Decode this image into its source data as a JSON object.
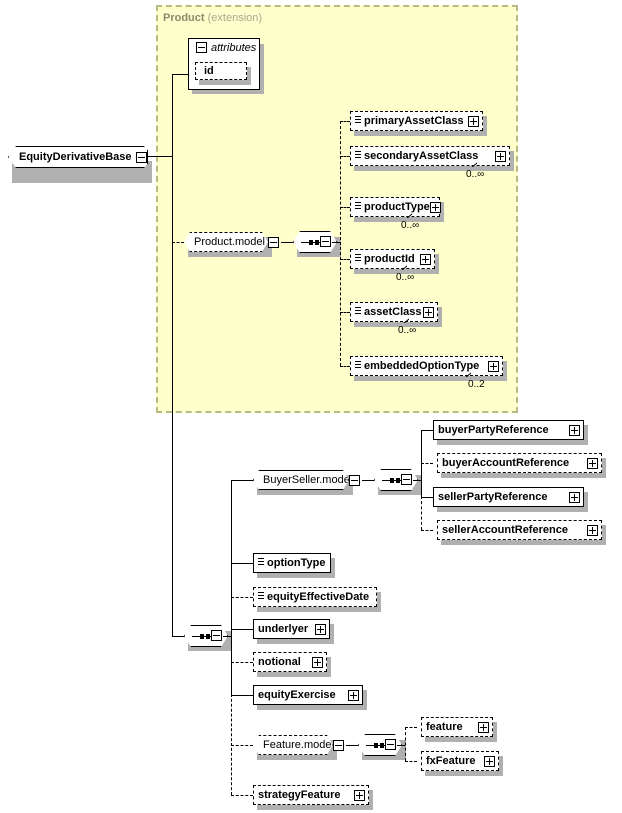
{
  "diagram": {
    "title": "EquityDerivativeBase",
    "type": "xsd-schema-diagram"
  },
  "root": {
    "label": "EquityDerivativeBase",
    "expander": "minus"
  },
  "group": {
    "name": "Product",
    "kind": "(extension)"
  },
  "attributes": {
    "header": "attributes",
    "expander": "minus",
    "items": [
      {
        "label": "id"
      }
    ]
  },
  "product_model": {
    "label": "Product.model",
    "expander": "minus",
    "compositor": "sequence",
    "compositor_expander": "minus",
    "children": [
      {
        "label": "primaryAssetClass",
        "optional": true,
        "expandable": true,
        "glyph": true,
        "cardinality": ""
      },
      {
        "label": "secondaryAssetClass",
        "optional": true,
        "expandable": true,
        "glyph": true,
        "cardinality": "0..∞"
      },
      {
        "label": "productType",
        "optional": true,
        "expandable": true,
        "glyph": true,
        "cardinality": "0..∞"
      },
      {
        "label": "productId",
        "optional": true,
        "expandable": true,
        "glyph": true,
        "cardinality": "0..∞"
      },
      {
        "label": "assetClass",
        "optional": true,
        "expandable": true,
        "glyph": true,
        "cardinality": "0..∞"
      },
      {
        "label": "embeddedOptionType",
        "optional": true,
        "expandable": true,
        "glyph": true,
        "cardinality": "0..2"
      }
    ]
  },
  "buyerseller_model": {
    "label": "BuyerSeller.model",
    "expander": "minus",
    "compositor": "sequence",
    "compositor_expander": "minus",
    "children": [
      {
        "label": "buyerPartyReference",
        "optional": false,
        "expandable": true,
        "glyph": false
      },
      {
        "label": "buyerAccountReference",
        "optional": true,
        "expandable": true,
        "glyph": false
      },
      {
        "label": "sellerPartyReference",
        "optional": false,
        "expandable": true,
        "glyph": false
      },
      {
        "label": "sellerAccountReference",
        "optional": true,
        "expandable": true,
        "glyph": false
      }
    ]
  },
  "main_sequence": {
    "compositor": "sequence",
    "compositor_expander": "minus",
    "children": [
      {
        "label": "optionType",
        "optional": false,
        "expandable": false,
        "glyph": true
      },
      {
        "label": "equityEffectiveDate",
        "optional": true,
        "expandable": false,
        "glyph": true
      },
      {
        "label": "underlyer",
        "optional": false,
        "expandable": true,
        "glyph": false
      },
      {
        "label": "notional",
        "optional": true,
        "expandable": true,
        "glyph": false
      },
      {
        "label": "equityExercise",
        "optional": false,
        "expandable": true,
        "glyph": false
      }
    ]
  },
  "feature_model": {
    "label": "Feature.model",
    "expander": "minus",
    "compositor": "sequence",
    "compositor_expander": "minus",
    "children": [
      {
        "label": "feature",
        "optional": true,
        "expandable": true,
        "glyph": false
      },
      {
        "label": "fxFeature",
        "optional": true,
        "expandable": true,
        "glyph": false
      }
    ]
  },
  "strategy_feature": {
    "label": "strategyFeature",
    "optional": true,
    "expandable": true,
    "glyph": false
  },
  "colors": {
    "group_fill": "#ffffcc",
    "group_border": "#b9b983",
    "group_title": "#8a8a6e",
    "node_fill": "#ffffff",
    "line": "#000000",
    "shadow": "#b0b0b0",
    "canvas": "#ffffff"
  }
}
